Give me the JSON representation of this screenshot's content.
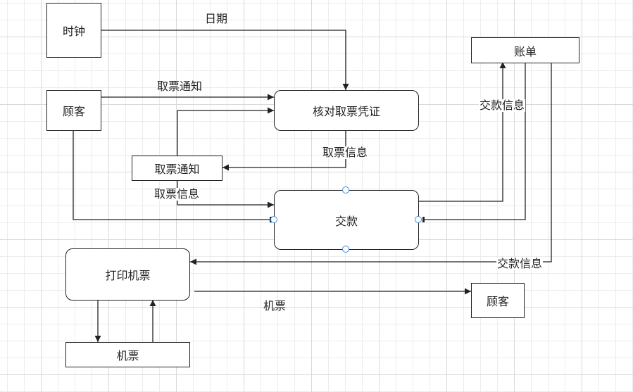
{
  "diagram": {
    "type": "data-flow-diagram",
    "nodes": {
      "clock": "时钟",
      "customer_in": "顾客",
      "verify_voucher": "核对取票凭证",
      "pickup_notice_store": "取票通知",
      "payment": "交款",
      "bill": "账单",
      "print_ticket": "打印机票",
      "ticket_store": "机票",
      "customer_out": "顾客"
    },
    "edge_labels": {
      "date": "日期",
      "pickup_notice": "取票通知",
      "pickup_info_1": "取票信息",
      "pickup_info_2": "取票信息",
      "payment_info_1": "交款信息",
      "payment_info_2": "交款信息",
      "ticket": "机票"
    },
    "edges": [
      {
        "from": "时钟",
        "to": "核对取票凭证",
        "label": "日期"
      },
      {
        "from": "顾客",
        "to": "核对取票凭证",
        "label": "取票通知"
      },
      {
        "from": "取票通知",
        "to": "核对取票凭证",
        "label": ""
      },
      {
        "from": "核对取票凭证",
        "to": "取票通知",
        "label": "取票信息"
      },
      {
        "from": "取票通知",
        "to": "交款",
        "label": "取票信息"
      },
      {
        "from": "顾客",
        "to": "交款",
        "label": ""
      },
      {
        "from": "交款",
        "to": "账单",
        "label": "交款信息"
      },
      {
        "from": "账单",
        "to": "交款",
        "label": ""
      },
      {
        "from": "账单",
        "to": "打印机票",
        "label": "交款信息"
      },
      {
        "from": "打印机票",
        "to": "顾客",
        "label": "机票"
      },
      {
        "from": "打印机票",
        "to": "机票",
        "label": ""
      },
      {
        "from": "机票",
        "to": "打印机票",
        "label": ""
      }
    ]
  }
}
